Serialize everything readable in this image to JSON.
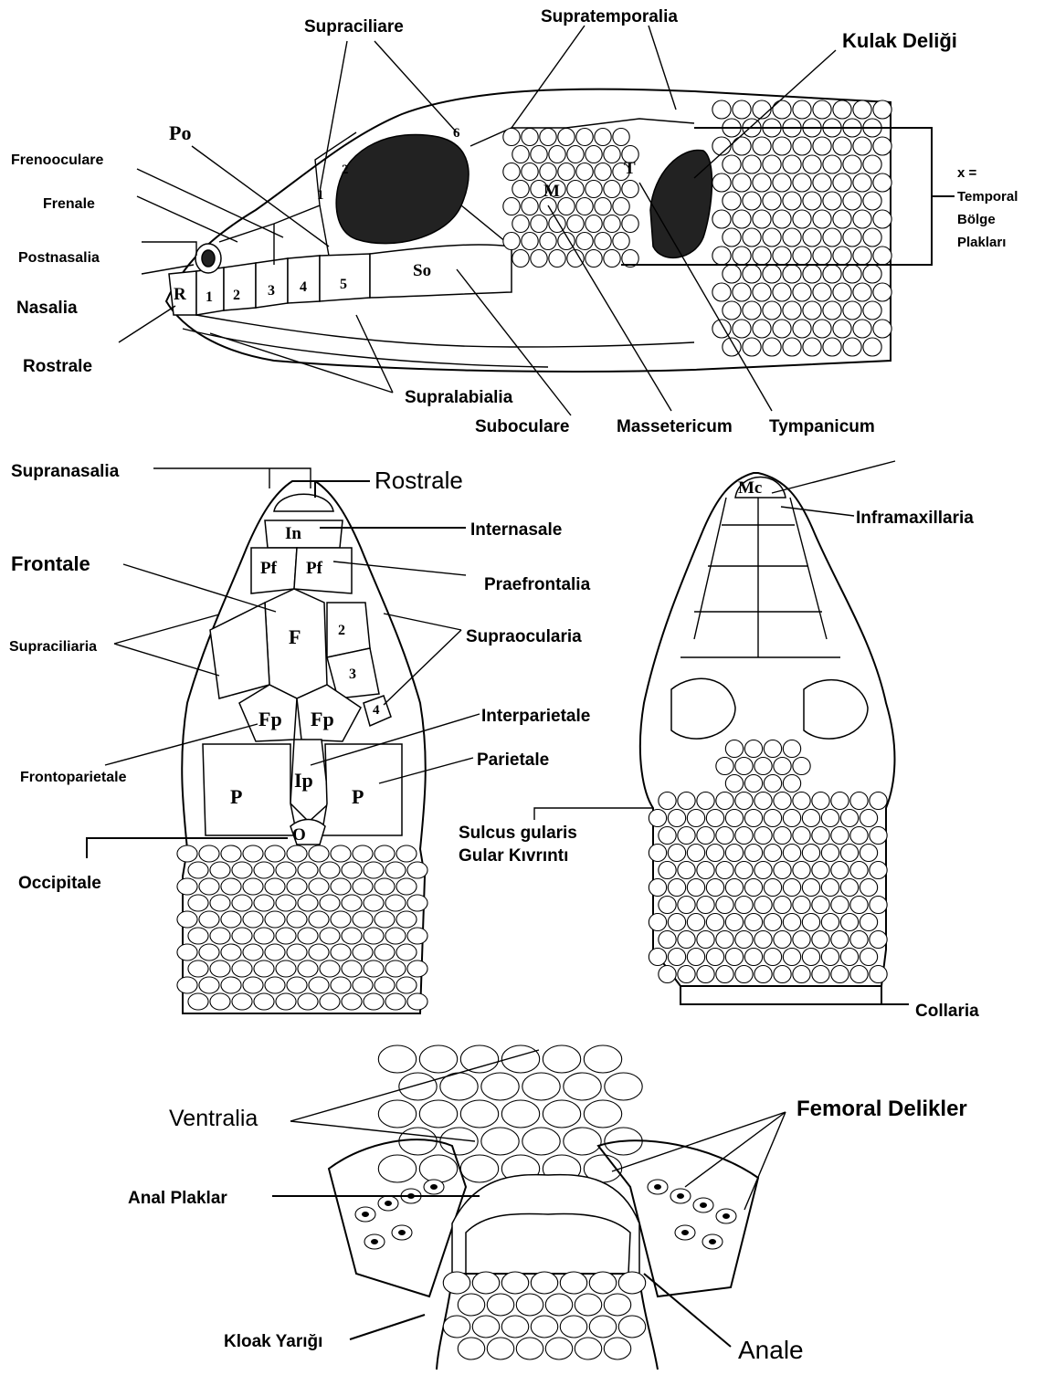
{
  "lateral_view": {
    "labels": {
      "supraciliare": "Supraciliare",
      "supratemporalia": "Supratemporalia",
      "kulak_deligi": "Kulak Deliği",
      "po": "Po",
      "frenooculare": "Frenooculare",
      "frenale": "Frenale",
      "postnasalia": "Postnasalia",
      "nasalia": "Nasalia",
      "rostrale": "Rostrale",
      "temporal_x": "x =",
      "temporal_1": "Temporal",
      "temporal_2": "Bölge",
      "temporal_3": "Plakları",
      "supralabialia": "Supralabialia",
      "suboculare": "Suboculare",
      "massetericum": "Massetericum",
      "tympanicum": "Tympanicum"
    },
    "symbols": {
      "r": "R",
      "so": "So",
      "m": "M",
      "t": "T",
      "lab1": "1",
      "lab2": "2",
      "lab3": "3",
      "lab4": "4",
      "lab5": "5",
      "sc1": "1",
      "sc2": "2",
      "sc6": "6"
    }
  },
  "dorsal_view": {
    "labels": {
      "supranasalia": "Supranasalia",
      "rostrale": "Rostrale",
      "internasale": "Internasale",
      "frontale": "Frontale",
      "praefrontalia": "Praefrontalia",
      "supraciliaria": "Supraciliaria",
      "supraocularia": "Supraocularia",
      "interparietale": "Interparietale",
      "parietale": "Parietale",
      "frontoparietale": "Frontoparietale",
      "occipitale": "Occipitale"
    },
    "symbols": {
      "in": "In",
      "pf_l": "Pf",
      "pf_r": "Pf",
      "f": "F",
      "so2": "2",
      "so3": "3",
      "so4": "4",
      "fp_l": "Fp",
      "fp_r": "Fp",
      "ip": "Ip",
      "p_l": "P",
      "p_r": "P",
      "o": "O"
    }
  },
  "ventral_view": {
    "labels": {
      "inframaxillaria": "Inframaxillaria",
      "sulcus_1": "Sulcus gularis",
      "sulcus_2": "Gular Kıvrıntı",
      "collaria": "Collaria"
    },
    "symbols": {
      "mc": "Mc"
    }
  },
  "cloacal_view": {
    "labels": {
      "ventralia": "Ventralia",
      "femoral": "Femoral Delikler",
      "anal_plaklar": "Anal Plaklar",
      "kloak": "Kloak Yarığı",
      "anale": "Anale"
    }
  }
}
